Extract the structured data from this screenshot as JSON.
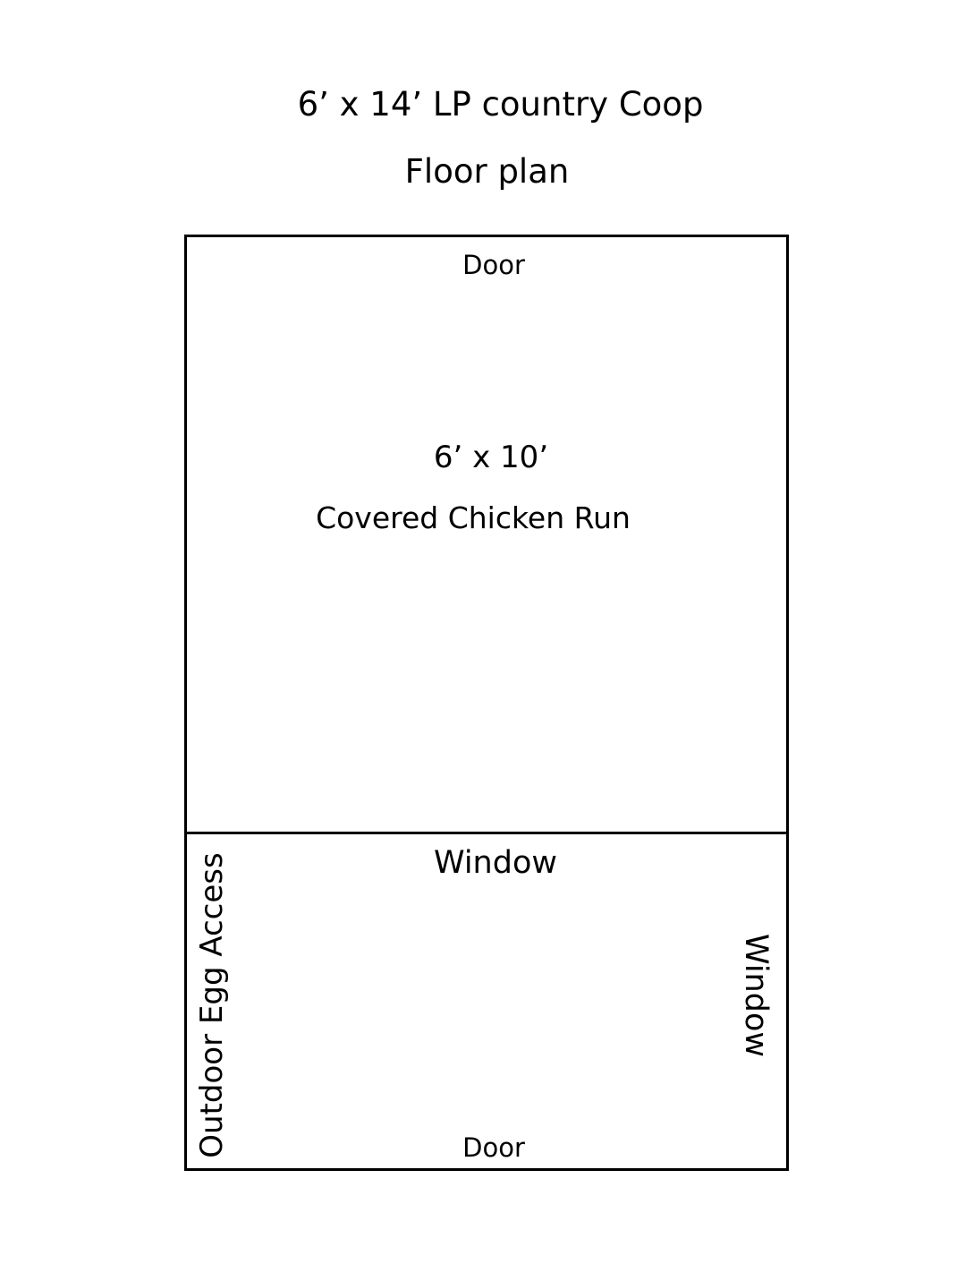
{
  "title": "6’ x 14’ LP country Coop",
  "subtitle": "Floor plan",
  "run": {
    "door_label": "Door",
    "dimensions": "6’ x 10’",
    "name": "Covered Chicken Run"
  },
  "coop": {
    "window_top_label": "Window",
    "window_right_label": "Window",
    "egg_access_label": "Outdoor Egg Access",
    "door_label": "Door"
  }
}
